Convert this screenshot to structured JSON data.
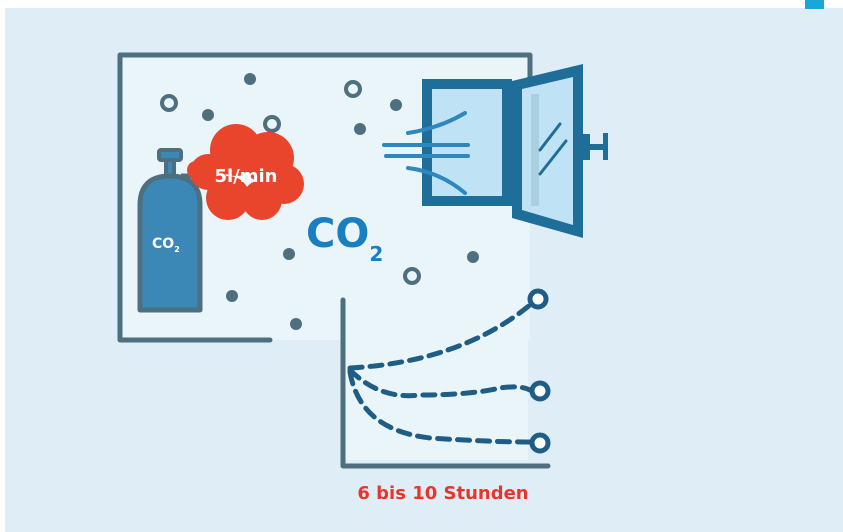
{
  "diagram": {
    "flow_rate_label": "5l/min",
    "bottle_label_main": "CO",
    "bottle_label_sub": "2",
    "room_gas_main": "CO",
    "room_gas_sub": "2",
    "duration_caption": "6 bis 10 Stunden"
  },
  "colors": {
    "background": "#dfeef6",
    "accent_top": "#1aa6d6",
    "wall": "#4e6f7e",
    "room_fill": "#eaf5fa",
    "bottle": "#3b87b5",
    "bottle_outline": "#4e6f7e",
    "cloud": "#e8452c",
    "co2_text": "#1a7fc0",
    "window_frame": "#1f6d99",
    "glass": "#bfe3f5",
    "airflow": "#2f87bf",
    "dash_curve": "#1f5d86",
    "caption": "#e8342b",
    "particles": "#4e6f7e"
  }
}
